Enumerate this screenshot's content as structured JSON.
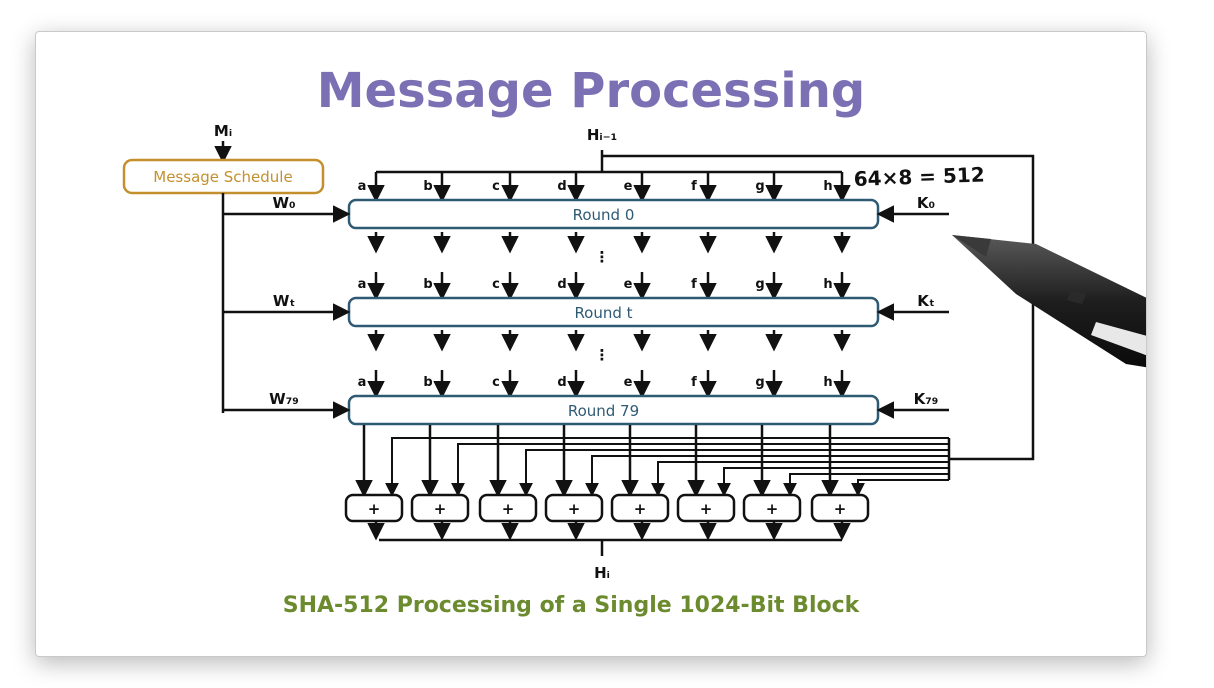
{
  "title": "Message Processing",
  "caption": "SHA-512 Processing of a Single 1024-Bit Block",
  "message_input": "Mᵢ",
  "message_schedule": "Message Schedule",
  "hash_in": "Hᵢ₋₁",
  "hash_out": "Hᵢ",
  "annotation": "64×8 = 512",
  "vars": [
    "a",
    "b",
    "c",
    "d",
    "e",
    "f",
    "g",
    "h"
  ],
  "ellipsis": "⋮",
  "rounds": [
    {
      "label": "Round 0",
      "w": "W₀",
      "k": "K₀"
    },
    {
      "label": "Round t",
      "w": "Wₜ",
      "k": "Kₜ"
    },
    {
      "label": "Round 79",
      "w": "W₇₉",
      "k": "K₇₉"
    }
  ],
  "adder_symbol": "+",
  "colors": {
    "title": "#7c70b4",
    "schedule": "#c4902e",
    "round_border": "#2f5a74",
    "round_text": "#2f5a74",
    "caption": "#6b8b2e",
    "ink": "#111111"
  },
  "icons": {
    "pen": "stylus-pen-icon"
  }
}
